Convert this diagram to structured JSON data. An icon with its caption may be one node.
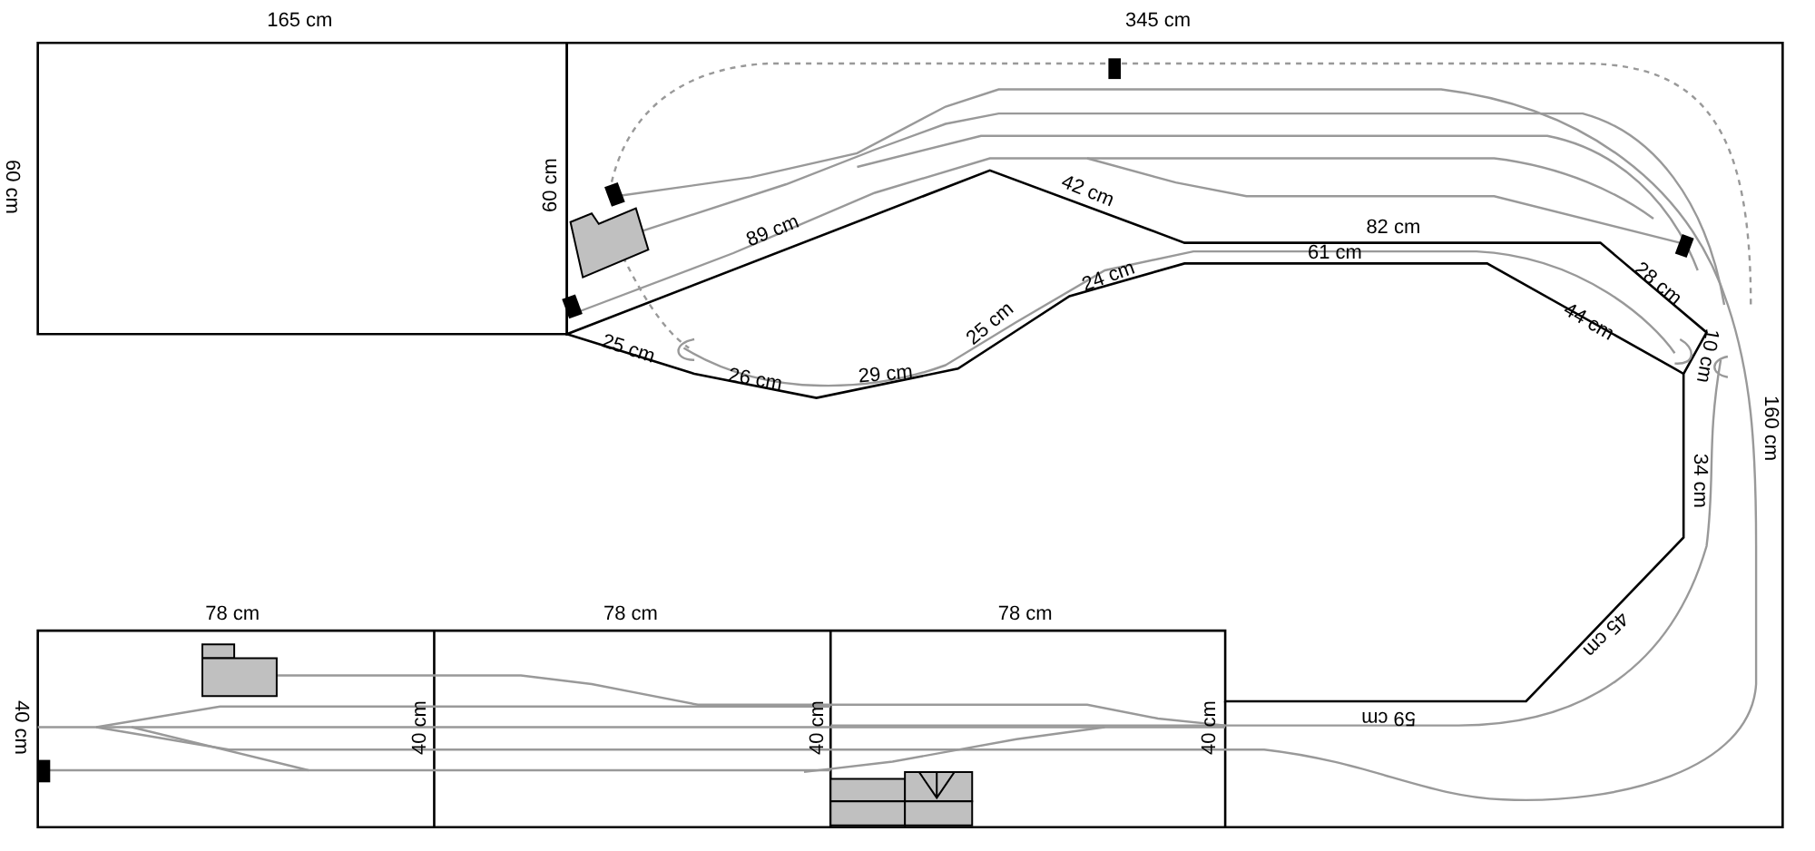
{
  "diagram": {
    "labels": [
      "165 cm",
      "345 cm",
      "60 cm",
      "60 cm",
      "89 cm",
      "42 cm",
      "82 cm",
      "61 cm",
      "28 cm",
      "44 cm",
      "25 cm",
      "26 cm",
      "29 cm",
      "25 cm",
      "24 cm",
      "10 cm",
      "160 cm",
      "34 cm",
      "45 cm",
      "59 cm",
      "78 cm",
      "78 cm",
      "78 cm",
      "40 cm",
      "40 cm",
      "40 cm",
      "40 cm"
    ]
  }
}
